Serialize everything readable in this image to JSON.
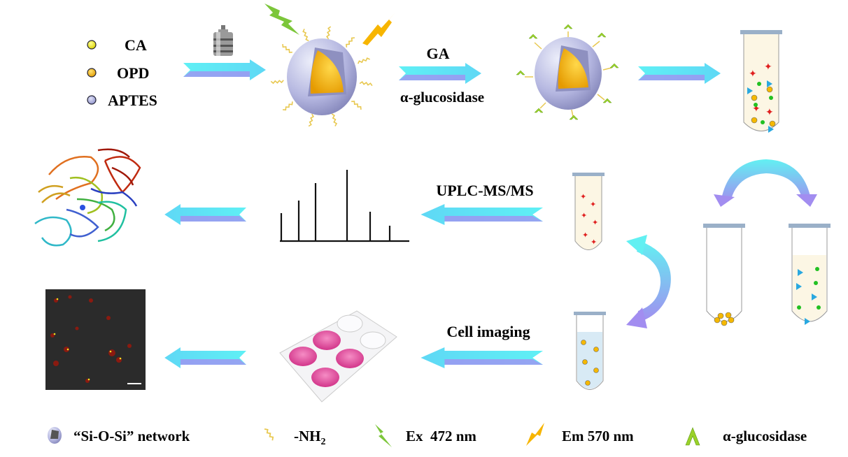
{
  "reactants": [
    {
      "label": "CA",
      "color": "#f2ee1a"
    },
    {
      "label": "OPD",
      "color": "#f5b800"
    },
    {
      "label": "APTES",
      "color": "#a9acd8"
    }
  ],
  "steps": {
    "step2_top": "GA",
    "step2_bottom": "α-glucosidase",
    "ms_label": "UPLC-MS/MS",
    "imaging_label": "Cell imaging"
  },
  "legend": [
    {
      "icon": "si-o-si-sphere-icon",
      "label": "“Si-O-Si” network"
    },
    {
      "icon": "amine-squiggle-icon",
      "label": "-NH",
      "sub": "2"
    },
    {
      "icon": "green-lightning-icon",
      "label": "Ex  472 nm"
    },
    {
      "icon": "orange-lightning-icon",
      "label": "Em 570 nm"
    },
    {
      "icon": "green-chevron-icon",
      "label": "α-glucosidase"
    }
  ],
  "colors": {
    "arrow_start": "#a58cf0",
    "arrow_end": "#5ff0f5",
    "shell": "#b4b6e0",
    "core": "#f6b400",
    "ex": "#7cc63a",
    "em": "#f7b500",
    "enzyme": "#9ad12a",
    "well_pink": "#e0559e"
  }
}
